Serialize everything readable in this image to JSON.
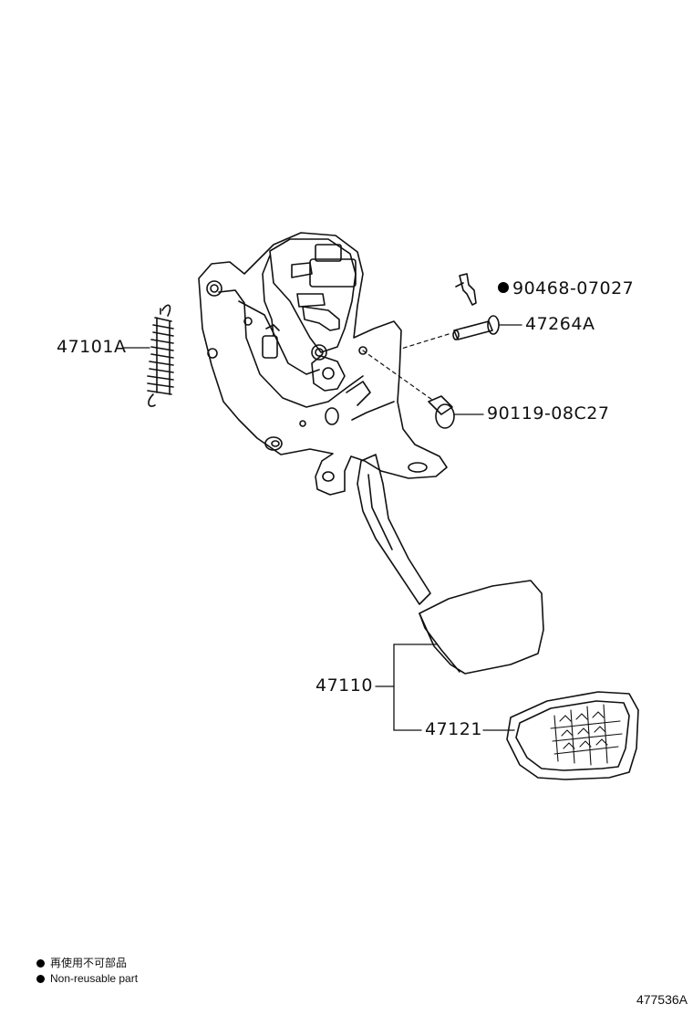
{
  "parts": {
    "spring": "47101A",
    "clip": "90468-07027",
    "pin": "47264A",
    "bolt": "90119-08C27",
    "pedal_assy": "47110",
    "pedal_pad": "47121"
  },
  "legend": {
    "jp": "再使用不可部品",
    "en": "Non-reusable part"
  },
  "illustration_id": "477536A"
}
